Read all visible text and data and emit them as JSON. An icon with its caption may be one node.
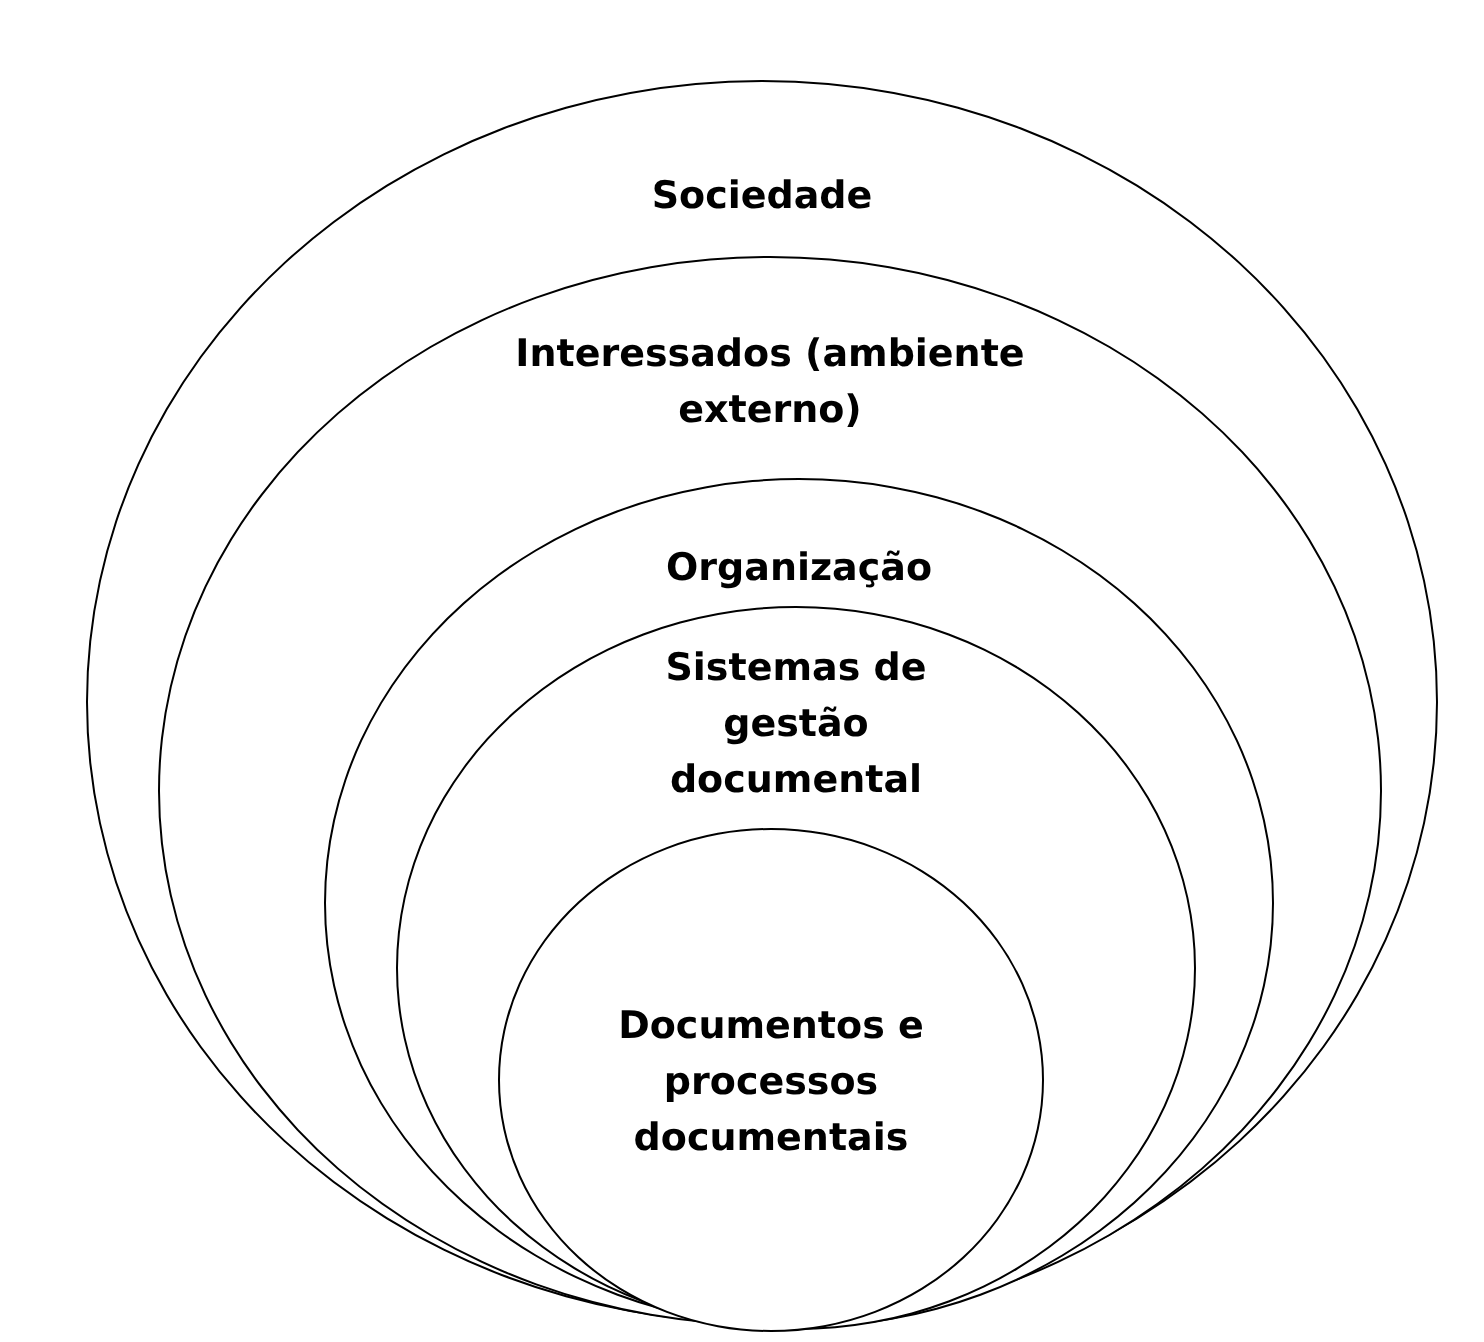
{
  "diagram": {
    "nodes": [
      {
        "text": [
          "Sociedade"
        ]
      },
      {
        "text": [
          "Interessados (ambiente externo)"
        ],
        "in": 0
      },
      {
        "text": [
          "Organização"
        ],
        "in": 1
      },
      {
        "text": [
          "Sistemas de gestão documental"
        ],
        "in": 2
      },
      {
        "text": [
          "Documentos e processos documentais"
        ],
        "in": 3
      }
    ]
  }
}
